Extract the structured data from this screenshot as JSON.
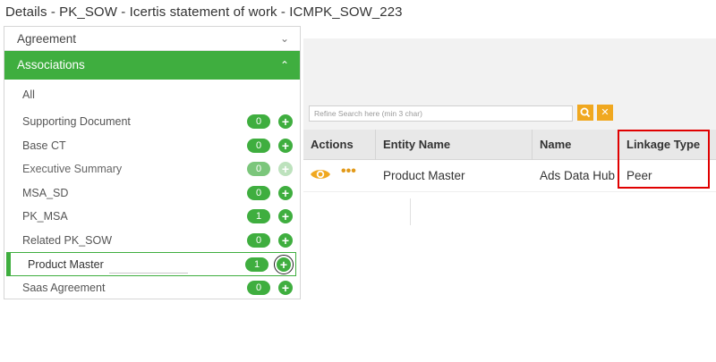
{
  "title": "Details - PK_SOW - Icertis statement of work - ICMPK_SOW_223",
  "left_panel": {
    "sections": [
      {
        "label": "Agreement",
        "expanded": false
      },
      {
        "label": "Associations",
        "expanded": true
      }
    ],
    "all_label": "All",
    "items": [
      {
        "label": "Supporting Document",
        "count": "0",
        "enabled": true
      },
      {
        "label": "Base CT",
        "count": "0",
        "enabled": true
      },
      {
        "label": "Executive Summary",
        "count": "0",
        "enabled": false
      },
      {
        "label": "MSA_SD",
        "count": "0",
        "enabled": true
      },
      {
        "label": "PK_MSA",
        "count": "1",
        "enabled": true
      },
      {
        "label": "Related PK_SOW",
        "count": "0",
        "enabled": true
      },
      {
        "label": "Product Master",
        "count": "1",
        "enabled": true,
        "selected": true
      },
      {
        "label": "Saas Agreement",
        "count": "0",
        "enabled": true
      }
    ]
  },
  "grid": {
    "search_placeholder": "Refine Search here (min 3 char)",
    "columns": [
      "Actions",
      "Entity Name",
      "Name",
      "Linkage Type"
    ],
    "rows": [
      {
        "entity_name": "Product Master",
        "name": "Ads Data Hub",
        "linkage_type": "Peer"
      }
    ]
  },
  "colors": {
    "accent_green": "#3fae3f",
    "action_orange": "#f0a820",
    "highlight_red": "#e00000"
  },
  "icons": [
    "chevron-down-icon",
    "chevron-up-icon",
    "add-plus-icon",
    "search-icon",
    "close-icon",
    "view-eye-icon",
    "more-options-icon"
  ]
}
